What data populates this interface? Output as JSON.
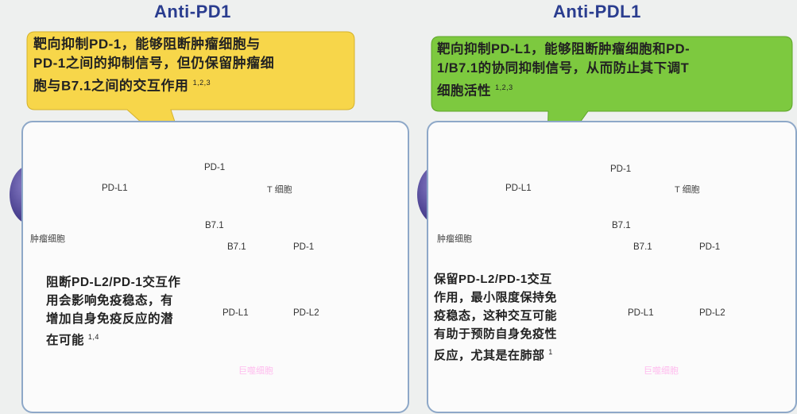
{
  "left": {
    "title": "Anti-PD1",
    "callout_top_lines": [
      "靶向抑制PD-1，能够阻断肿瘤细胞与",
      "PD-1之间的抑制信号，但仍保留肿瘤细",
      "胞与B7.1之间的交互作用"
    ],
    "callout_top_ref": "1,2,3",
    "callout_bottom_lines": [
      "阻断PD-L2/PD-1交互作",
      "用会影响免疫稳态，有",
      "增加自身免疫反应的潜",
      "在可能"
    ],
    "callout_bottom_ref": "1,4",
    "labels": {
      "tumor_cell": "肿瘤细胞",
      "t_cell": "T 细胞",
      "macrophage": "巨噬细胞",
      "pdl1_top": "PD-L1",
      "pd1_top": "PD-1",
      "b71_top": "B7.1",
      "b71_bottom": "B7.1",
      "pd1_bottom": "PD-1",
      "pdl1_bottom": "PD-L1",
      "pdl2_bottom": "PD-L2"
    }
  },
  "right": {
    "title": "Anti-PDL1",
    "callout_top_lines": [
      "靶向抑制PD-L1，能够阻断肿瘤细胞和PD-",
      "1/B7.1的协同抑制信号，从而防止其下调T",
      "细胞活性"
    ],
    "callout_top_ref": "1,2,3",
    "callout_bottom_lines": [
      "保留PD-L2/PD-1交互",
      "作用，最小限度保持免",
      "疫稳态，这种交互可能",
      "有助于预防自身免疫性",
      "反应，尤其是在肺部"
    ],
    "callout_bottom_ref": "1",
    "labels": {
      "tumor_cell": "肿瘤细胞",
      "t_cell": "T 细胞",
      "macrophage": "巨噬细胞",
      "pdl1_top": "PD-L1",
      "pd1_top": "PD-1",
      "b71_top": "B7.1",
      "b71_bottom": "B7.1",
      "pd1_bottom": "PD-1",
      "pdl1_bottom": "PD-L1",
      "pdl2_bottom": "PD-L2"
    }
  },
  "colors": {
    "title": "#2a3d8f",
    "yellow_callout": "#f7d64a",
    "green_callout": "#7dc93f",
    "tumor_cell": "#e9b2b0",
    "macrophage": "#c46aa0",
    "t_cell": "#a9d27a",
    "pd1_red": "#d42a2a",
    "b71_green": "#3f8a4a",
    "pdl1_magenta": "#cc2fb0",
    "pdl2_purple": "#9b86cf"
  }
}
